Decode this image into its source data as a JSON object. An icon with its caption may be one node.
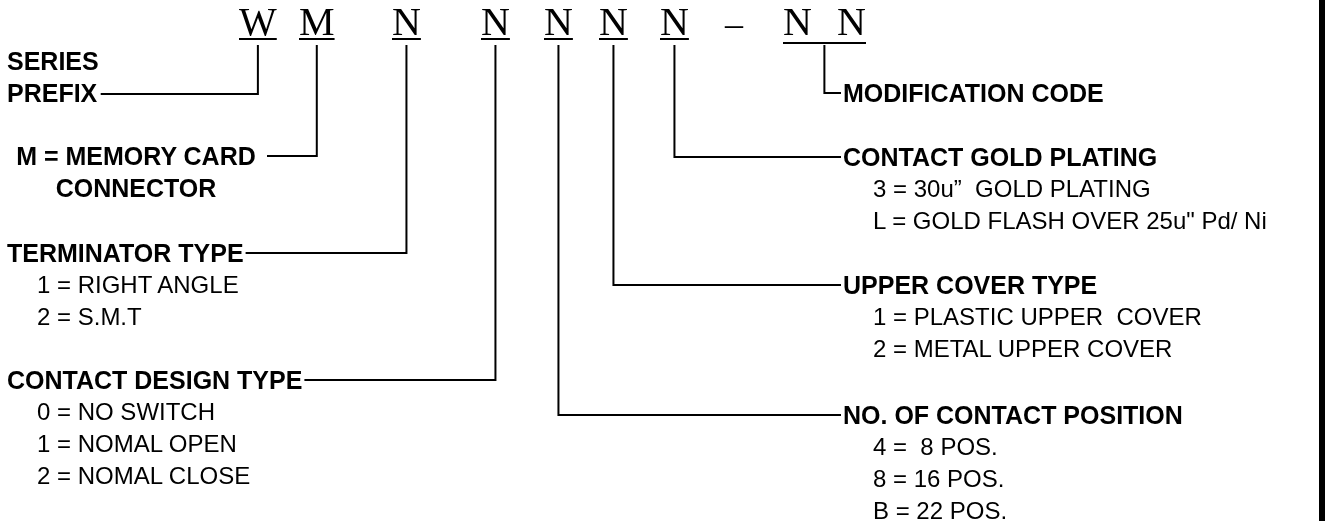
{
  "diagram": {
    "nodes": [
      {
        "text": [
          "W"
        ]
      },
      {
        "text": [
          "M"
        ]
      },
      {
        "text": [
          "N"
        ]
      },
      {
        "text": [
          "N"
        ]
      },
      {
        "text": [
          "N"
        ]
      },
      {
        "text": [
          "N"
        ]
      },
      {
        "text": [
          "N"
        ]
      },
      {
        "text": [
          "N",
          "N"
        ]
      },
      {
        "text": [
          "SERIES PREFIX"
        ]
      },
      {
        "text": [
          "M = MEMORY CARD CONNECTOR"
        ]
      },
      {
        "text": [
          "MODIFICATION CODE"
        ]
      },
      {
        "text": [
          "CONTACT GOLD PLATING",
          "3 = 30u”  GOLD PLATING",
          "L = GOLD FLASH OVER 25u\" Pd/ Ni"
        ]
      },
      {
        "text": [
          "TERMINATOR TYPE",
          "1 = RIGHT ANGLE",
          "2 = S.M.T"
        ]
      },
      {
        "text": [
          "UPPER COVER TYPE",
          "1 = PLASTIC UPPER  COVER",
          "2 = METAL UPPER COVER"
        ]
      },
      {
        "text": [
          "CONTACT DESIGN TYPE",
          "0 = NO SWITCH",
          "1 = NOMAL OPEN",
          "2 = NOMAL CLOSE"
        ]
      },
      {
        "text": [
          "NO. OF CONTACT POSITION",
          "4 =  8 POS.",
          "8 = 16 POS.",
          "B = 22 POS."
        ]
      }
    ],
    "edges": [
      {
        "from": 8,
        "to": 0,
        "arrow": "none"
      },
      {
        "from": 9,
        "to": 1,
        "arrow": "none"
      },
      {
        "from": 12,
        "to": 2,
        "arrow": "none"
      },
      {
        "from": 14,
        "to": 3,
        "arrow": "none"
      },
      {
        "from": 15,
        "to": 4,
        "arrow": "none"
      },
      {
        "from": 13,
        "to": 5,
        "arrow": "none"
      },
      {
        "from": 11,
        "to": 6,
        "arrow": "none"
      },
      {
        "from": 10,
        "to": 7,
        "arrow": "none"
      }
    ],
    "labels": [
      "–"
    ]
  }
}
